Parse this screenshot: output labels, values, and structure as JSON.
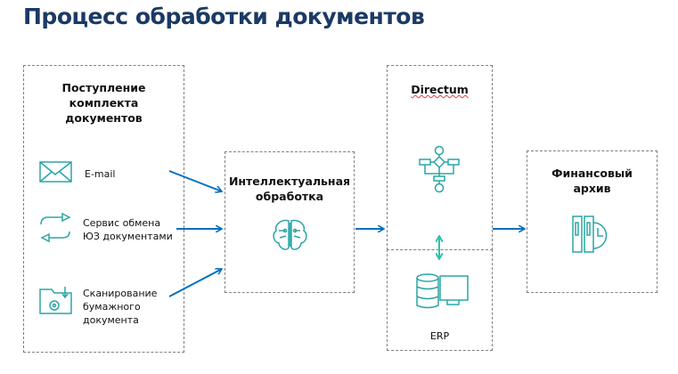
{
  "title": "Процесс обработки документов",
  "intake": {
    "heading": "Поступление комплекта документов",
    "heading_lines": [
      "Поступление",
      "комплекта",
      "документов"
    ],
    "items": [
      {
        "icon": "envelope-icon",
        "lines": [
          "E-mail"
        ]
      },
      {
        "icon": "exchange-arrows-icon",
        "lines": [
          "Сервис обмена",
          "ЮЗ документами"
        ]
      },
      {
        "icon": "scan-folder-icon",
        "lines": [
          "Сканирование",
          "бумажного",
          "документа"
        ]
      }
    ]
  },
  "processing": {
    "heading_lines": [
      "Интеллектуальная",
      "обработка"
    ],
    "icon": "brain-icon"
  },
  "directum": {
    "heading": "Directum",
    "icon": "flowchart-icon"
  },
  "erp": {
    "label": "ERP",
    "icon": "database-monitor-icon"
  },
  "archive": {
    "heading_lines": [
      "Финансовый",
      "архив"
    ],
    "icon": "archive-binders-icon"
  },
  "colors": {
    "arrow": "#0070C0",
    "icon": "#2BA5A5",
    "title": "#1B3A64",
    "sync_arrow": "#2EC4A6"
  }
}
